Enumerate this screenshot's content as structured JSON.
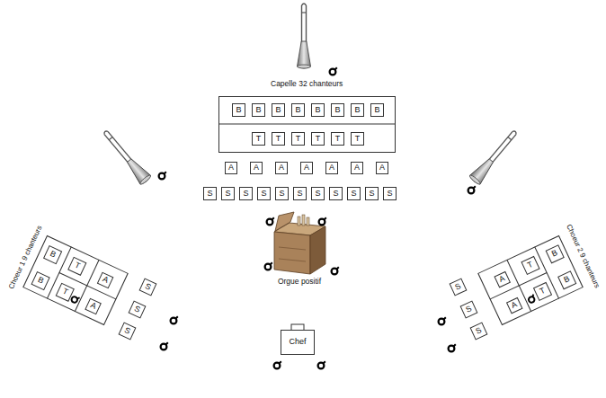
{
  "diagram": {
    "nodes": [
      {
        "text": [
          "Capelle 32 chanteurs"
        ]
      },
      {
        "text": [
          "B"
        ],
        "in": 0
      },
      {
        "text": [
          "B"
        ],
        "in": 0
      },
      {
        "text": [
          "B"
        ],
        "in": 0
      },
      {
        "text": [
          "B"
        ],
        "in": 0
      },
      {
        "text": [
          "B"
        ],
        "in": 0
      },
      {
        "text": [
          "B"
        ],
        "in": 0
      },
      {
        "text": [
          "B"
        ],
        "in": 0
      },
      {
        "text": [
          "B"
        ],
        "in": 0
      },
      {
        "text": [
          "T"
        ],
        "in": 0
      },
      {
        "text": [
          "T"
        ],
        "in": 0
      },
      {
        "text": [
          "T"
        ],
        "in": 0
      },
      {
        "text": [
          "T"
        ],
        "in": 0
      },
      {
        "text": [
          "T"
        ],
        "in": 0
      },
      {
        "text": [
          "T"
        ],
        "in": 0
      },
      {
        "text": [
          "A"
        ]
      },
      {
        "text": [
          "A"
        ]
      },
      {
        "text": [
          "A"
        ]
      },
      {
        "text": [
          "A"
        ]
      },
      {
        "text": [
          "A"
        ]
      },
      {
        "text": [
          "A"
        ]
      },
      {
        "text": [
          "A"
        ]
      },
      {
        "text": [
          "S"
        ]
      },
      {
        "text": [
          "S"
        ]
      },
      {
        "text": [
          "S"
        ]
      },
      {
        "text": [
          "S"
        ]
      },
      {
        "text": [
          "S"
        ]
      },
      {
        "text": [
          "S"
        ]
      },
      {
        "text": [
          "S"
        ]
      },
      {
        "text": [
          "S"
        ]
      },
      {
        "text": [
          "S"
        ]
      },
      {
        "text": [
          "S"
        ]
      },
      {
        "text": [
          "S"
        ]
      },
      {
        "text": [
          "Choeur 1 9 chanteurs"
        ]
      },
      {
        "text": [
          "B"
        ],
        "in": 33
      },
      {
        "text": [
          "B"
        ],
        "in": 33
      },
      {
        "text": [
          "T"
        ],
        "in": 33
      },
      {
        "text": [
          "T"
        ],
        "in": 33
      },
      {
        "text": [
          "A"
        ],
        "in": 33
      },
      {
        "text": [
          "A"
        ],
        "in": 33
      },
      {
        "text": [
          "S"
        ]
      },
      {
        "text": [
          "S"
        ]
      },
      {
        "text": [
          "S"
        ]
      },
      {
        "text": [
          "Choeur 2 9 chanteurs"
        ]
      },
      {
        "text": [
          "B"
        ],
        "in": 43
      },
      {
        "text": [
          "B"
        ],
        "in": 43
      },
      {
        "text": [
          "T"
        ],
        "in": 43
      },
      {
        "text": [
          "T"
        ],
        "in": 43
      },
      {
        "text": [
          "A"
        ],
        "in": 43
      },
      {
        "text": [
          "A"
        ],
        "in": 43
      },
      {
        "text": [
          "S"
        ]
      },
      {
        "text": [
          "S"
        ]
      },
      {
        "text": [
          "S"
        ]
      },
      {
        "text": [
          "Chef"
        ]
      }
    ],
    "labels": [
      "Orgue positif"
    ]
  }
}
